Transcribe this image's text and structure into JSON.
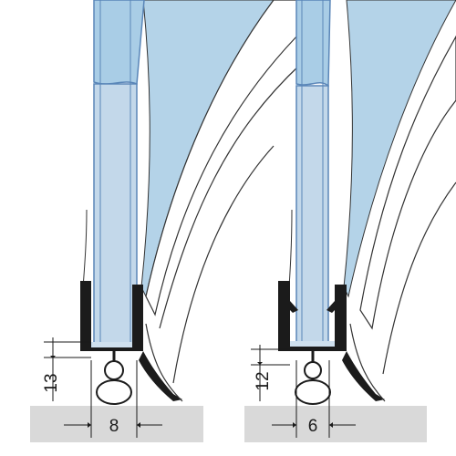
{
  "figures": [
    {
      "id": "left-profile",
      "height_label": "13",
      "width_label": "8"
    },
    {
      "id": "right-profile",
      "height_label": "12",
      "width_label": "6"
    }
  ],
  "colors": {
    "glass_light": "#b4d3e8",
    "glass_mid": "#a9cde6",
    "glass_edge": "#5a86b8",
    "glass_fill_front": "#c3d8ea",
    "seal_profile": "#1b1b1b",
    "floor_tile": "#d9d9d9",
    "outline": "#333333"
  }
}
